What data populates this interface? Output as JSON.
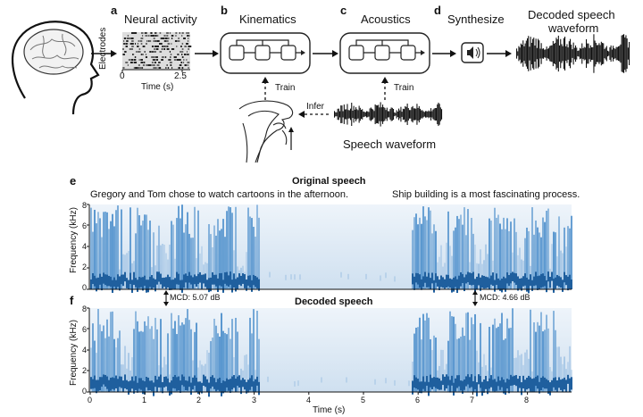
{
  "top": {
    "panels": {
      "a": {
        "letter": "a",
        "title": "Neural activity",
        "ylabel": "Electrodes",
        "x_ticks": [
          "0",
          "2.5"
        ],
        "xlabel": "Time (s)"
      },
      "b": {
        "letter": "b",
        "title": "Kinematics"
      },
      "c": {
        "letter": "c",
        "title": "Acoustics"
      },
      "d": {
        "letter": "d",
        "title": "Synthesize"
      },
      "decoded_title_1": "Decoded speech",
      "decoded_title_2": "waveform"
    },
    "train_label_1": "Train",
    "train_label_2": "Train",
    "infer_label": "Infer",
    "speech_waveform_label": "Speech waveform"
  },
  "spectrograms": {
    "e": {
      "letter": "e",
      "title": "Original speech",
      "sentence_1": "Gregory and Tom chose to watch cartoons in the afternoon.",
      "sentence_2": "Ship building is a most fascinating process.",
      "ylabel": "Frequency (kHz)",
      "y_ticks": [
        "8",
        "6",
        "4",
        "2",
        "0"
      ]
    },
    "mcd_1": "MCD: 5.07 dB",
    "mcd_2": "MCD: 4.66 dB",
    "f": {
      "letter": "f",
      "title": "Decoded speech",
      "ylabel": "Frequency (kHz)",
      "y_ticks": [
        "8",
        "6",
        "4",
        "2",
        "0"
      ],
      "x_ticks": [
        "0",
        "1",
        "2",
        "3",
        "4",
        "5",
        "6",
        "7",
        "8"
      ],
      "xlabel": "Time (s)"
    }
  },
  "colors": {
    "spectro_dark": "#1f5f9e",
    "spectro_mid": "#5a97cf",
    "spectro_light": "#dce9f5"
  }
}
